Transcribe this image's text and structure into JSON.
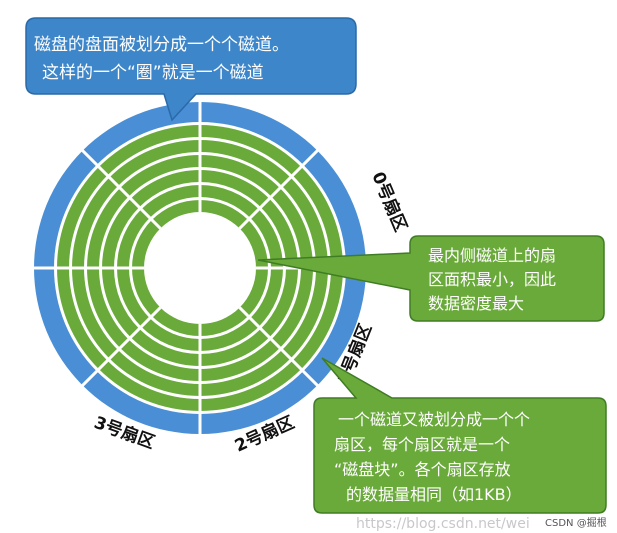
{
  "colors": {
    "track_outer": "#4a8fd6",
    "track_green": "#6aaa3a",
    "divider": "#ffffff",
    "callout_blue_fill": "#3d86c9",
    "callout_blue_stroke": "#2a6aa8",
    "callout_green_fill": "#6aaa3a",
    "callout_green_stroke": "#3f7d24",
    "text_on_callout": "#ffffff"
  },
  "callouts": {
    "top": {
      "line1": "磁盘的盘面被划分成一个个磁道。",
      "line2": "这样的一个“圈”就是一个磁道"
    },
    "right": {
      "line1": "最内侧磁道上的扇",
      "line2": "区面积最小，因此",
      "line3": "数据密度最大"
    },
    "bottom": {
      "line1": "一个磁道又被划分成一个个",
      "line2": "扇区，每个扇区就是一个",
      "line3": "“磁盘块”。各个扇区存放",
      "line4": "的数据量相同（如1KB）"
    }
  },
  "sector_labels": {
    "s0": "0号扇区",
    "s1": "1号扇区",
    "s2": "2号扇区",
    "s3": "3号扇区"
  },
  "watermark": "https://blog.csdn.net/wei",
  "credit": "CSDN @掘根"
}
